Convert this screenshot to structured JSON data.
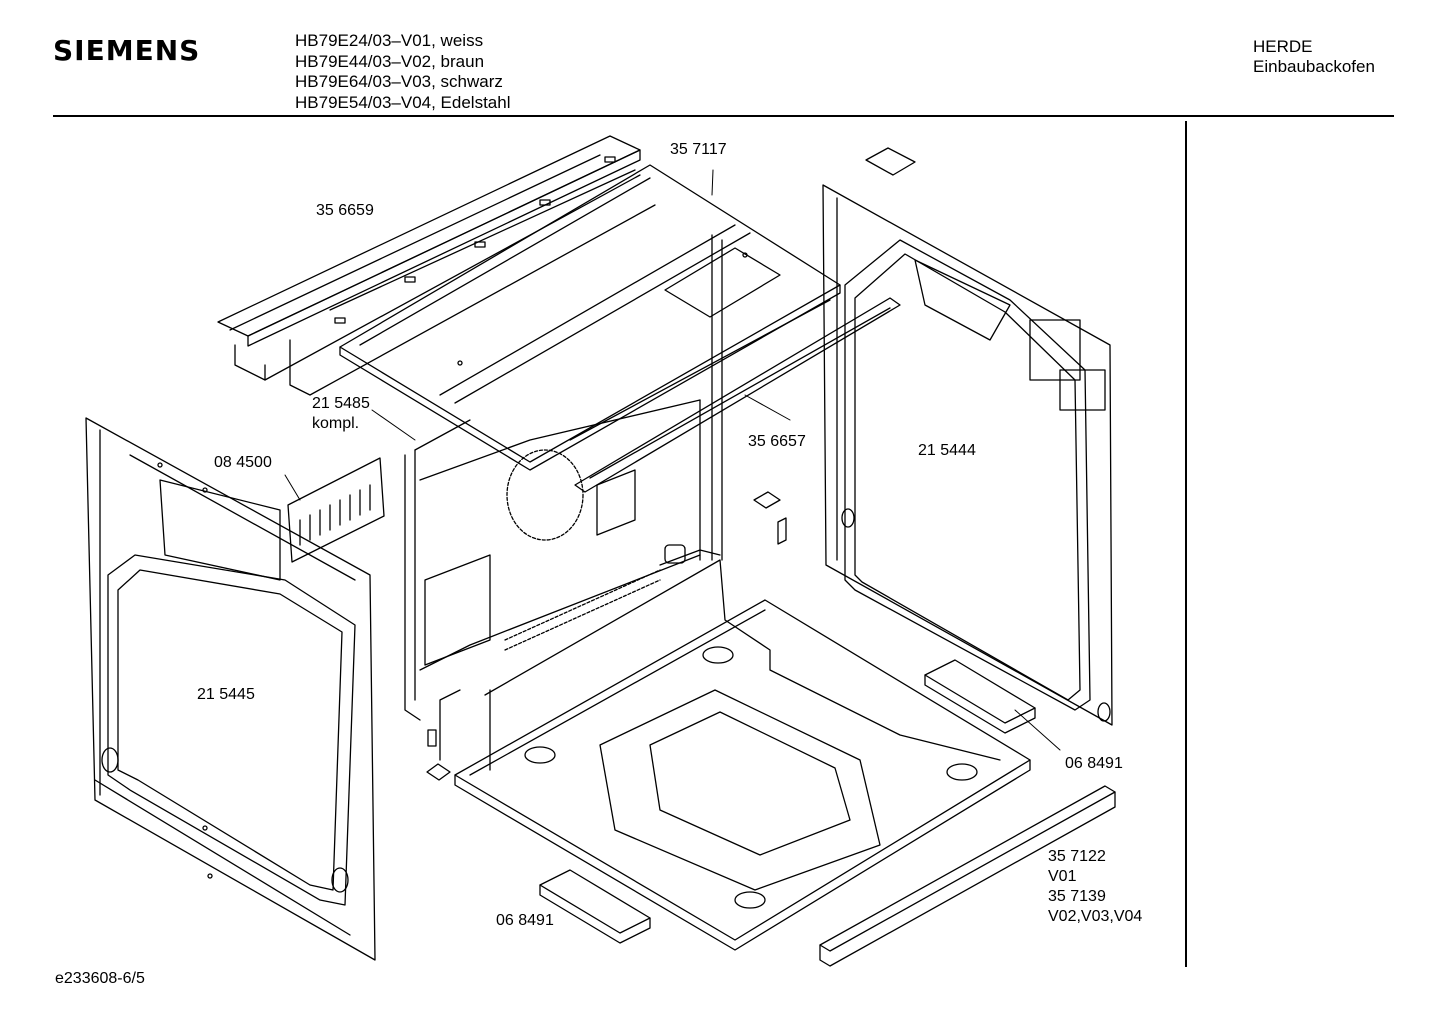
{
  "header": {
    "brand": "SIEMENS",
    "models": [
      "HB79E24/03–V01, weiss",
      "HB79E44/03–V02, braun",
      "HB79E64/03–V03, schwarz",
      "HB79E54/03–V04, Edelstahl"
    ],
    "category": "HERDE",
    "subcategory": "Einbaubackofen"
  },
  "parts": [
    {
      "id": "p-357117",
      "lines": [
        "35  7117"
      ]
    },
    {
      "id": "p-356659",
      "lines": [
        "35 6659"
      ]
    },
    {
      "id": "p-215485",
      "lines": [
        "21 5485",
        "kompl."
      ]
    },
    {
      "id": "p-084500",
      "lines": [
        "08 4500"
      ]
    },
    {
      "id": "p-356657",
      "lines": [
        "35 6657"
      ]
    },
    {
      "id": "p-215444",
      "lines": [
        "21 5444"
      ]
    },
    {
      "id": "p-215445",
      "lines": [
        "21 5445"
      ]
    },
    {
      "id": "p-068491-right",
      "lines": [
        "06 8491"
      ]
    },
    {
      "id": "p-357122",
      "lines": [
        "35 7122",
        "V01",
        "35 7139",
        "V02,V03,V04"
      ]
    },
    {
      "id": "p-068491-left",
      "lines": [
        "06 8491"
      ]
    }
  ],
  "footer": {
    "code": "e233608-6/5"
  }
}
